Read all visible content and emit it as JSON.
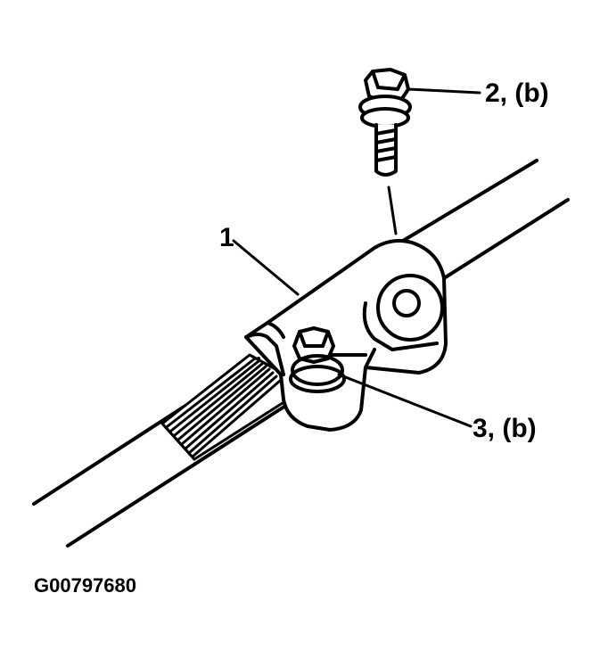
{
  "callouts": {
    "part_1": "1",
    "part_2": "2, (b)",
    "part_3": "3, (b)"
  },
  "figure_id": "G00797680",
  "colors": {
    "ink": "#000000",
    "paper": "#ffffff"
  }
}
